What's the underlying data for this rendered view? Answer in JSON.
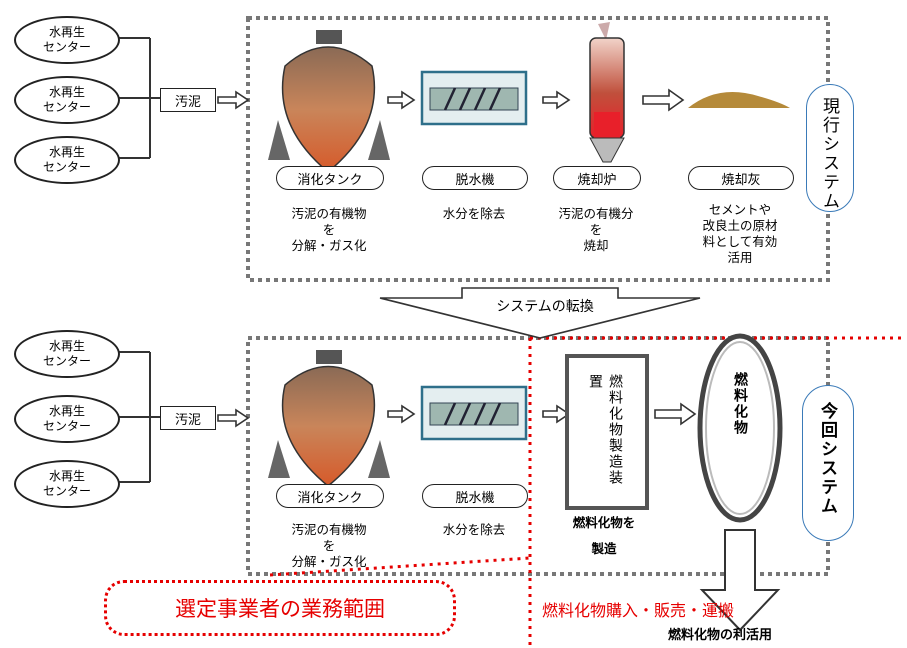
{
  "centers": [
    "水再生\nセンター",
    "水再生\nセンター",
    "水再生\nセンター",
    "水再生\nセンター",
    "水再生\nセンター",
    "水再生\nセンター"
  ],
  "sludge_label": "汚泥",
  "current": {
    "steps": [
      {
        "label": "消化タンク",
        "desc": "汚泥の有機物\nを\n分解・ガス化"
      },
      {
        "label": "脱水機",
        "desc": "水分を除去"
      },
      {
        "label": "焼却炉",
        "desc": "汚泥の有機分\nを\n焼却"
      },
      {
        "label": "焼却灰",
        "desc": "セメントや\n改良土の原材\n料として有効\n活用"
      }
    ],
    "system_label": "現行システム"
  },
  "transition_label": "システムの転換",
  "new": {
    "steps": [
      {
        "label": "消化タンク",
        "desc": "汚泥の有機物\nを\n分解・ガス化"
      },
      {
        "label": "脱水機",
        "desc": "水分を除去"
      }
    ],
    "facility_label": "燃料化物製造装置",
    "facility_desc_1": "燃料化物を",
    "facility_desc_2": "製造",
    "product_label": "燃料化物",
    "system_label": "今回システム",
    "purchase_label": "燃料化物購入・販売・運搬",
    "utilization_label": "燃料化物の利活用"
  },
  "scope_label": "選定事業者の業務範囲",
  "colors": {
    "red": "#e60000",
    "dashed_gray": "#777777",
    "equipment_blue": "#2e6f8a"
  }
}
